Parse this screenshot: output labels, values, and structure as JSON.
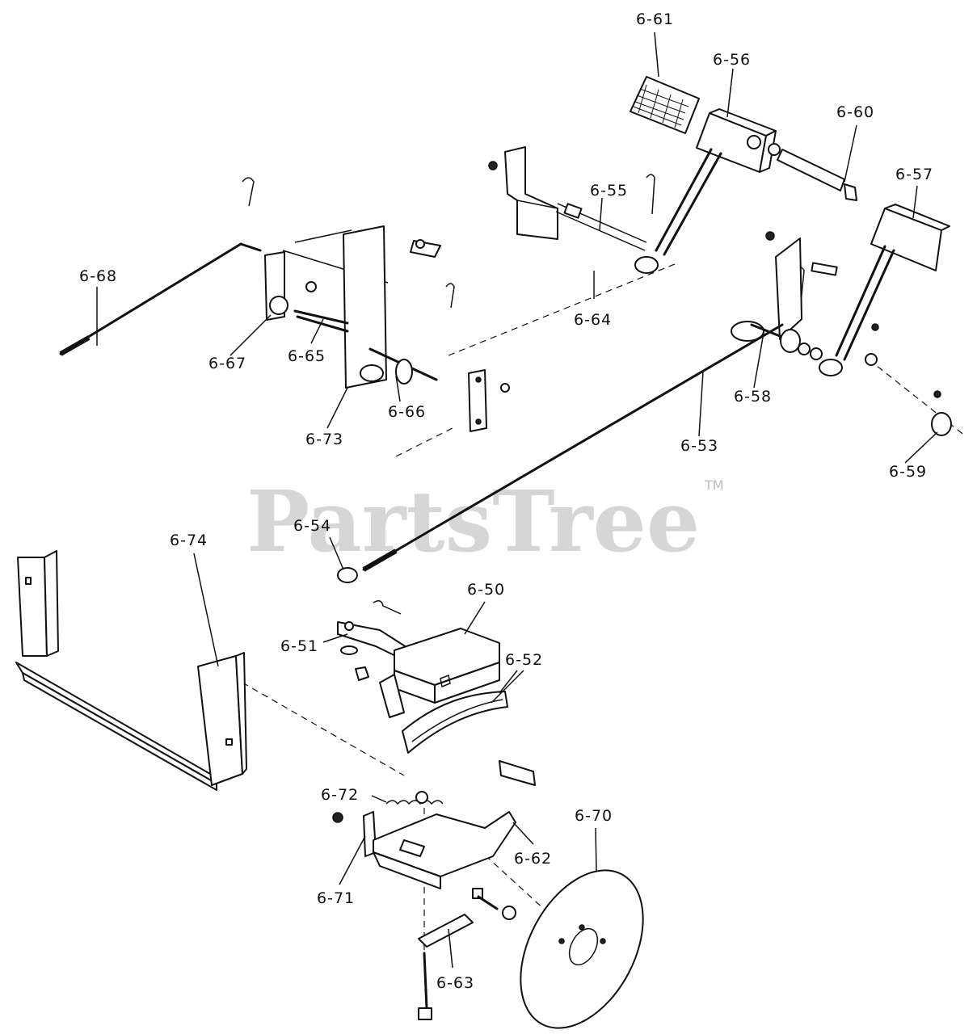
{
  "watermark": {
    "brand": "PartsTree",
    "tm": "TM"
  },
  "callouts": {
    "p50": "6-50",
    "p51": "6-51",
    "p52": "6-52",
    "p53": "6-53",
    "p54": "6-54",
    "p55": "6-55",
    "p56": "6-56",
    "p57": "6-57",
    "p58": "6-58",
    "p59": "6-59",
    "p60": "6-60",
    "p61": "6-61",
    "p62": "6-62",
    "p63": "6-63",
    "p64": "6-64",
    "p65": "6-65",
    "p66": "6-66",
    "p67": "6-67",
    "p68": "6-68",
    "p70": "6-70",
    "p71": "6-71",
    "p72": "6-72",
    "p73": "6-73",
    "p74": "6-74"
  },
  "colors": {
    "ink": "#111111",
    "watermark": "#cfcfcf",
    "background": "#ffffff"
  }
}
